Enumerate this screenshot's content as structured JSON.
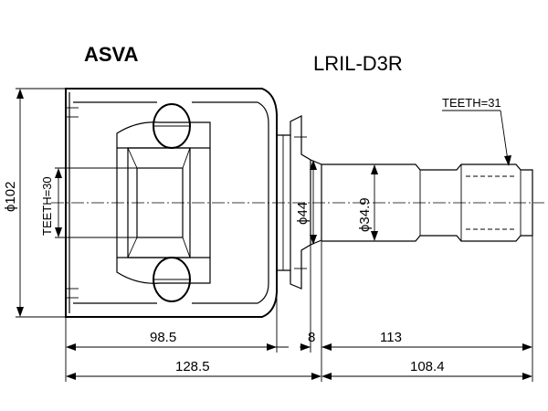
{
  "brand": "ASVA",
  "part_number": "LRIL-D3R",
  "labels": {
    "teeth_shaft": "TEETH=31",
    "teeth_housing": "TEETH=30",
    "dia_outer": "ϕ102",
    "dia_seal": "ϕ44",
    "dia_shaft": "ϕ34.9"
  },
  "dimensions": {
    "housing_length": "98.5",
    "gap": "8",
    "shaft_length": "113",
    "overall_housing": "128.5",
    "overall_shaft": "108.4"
  }
}
